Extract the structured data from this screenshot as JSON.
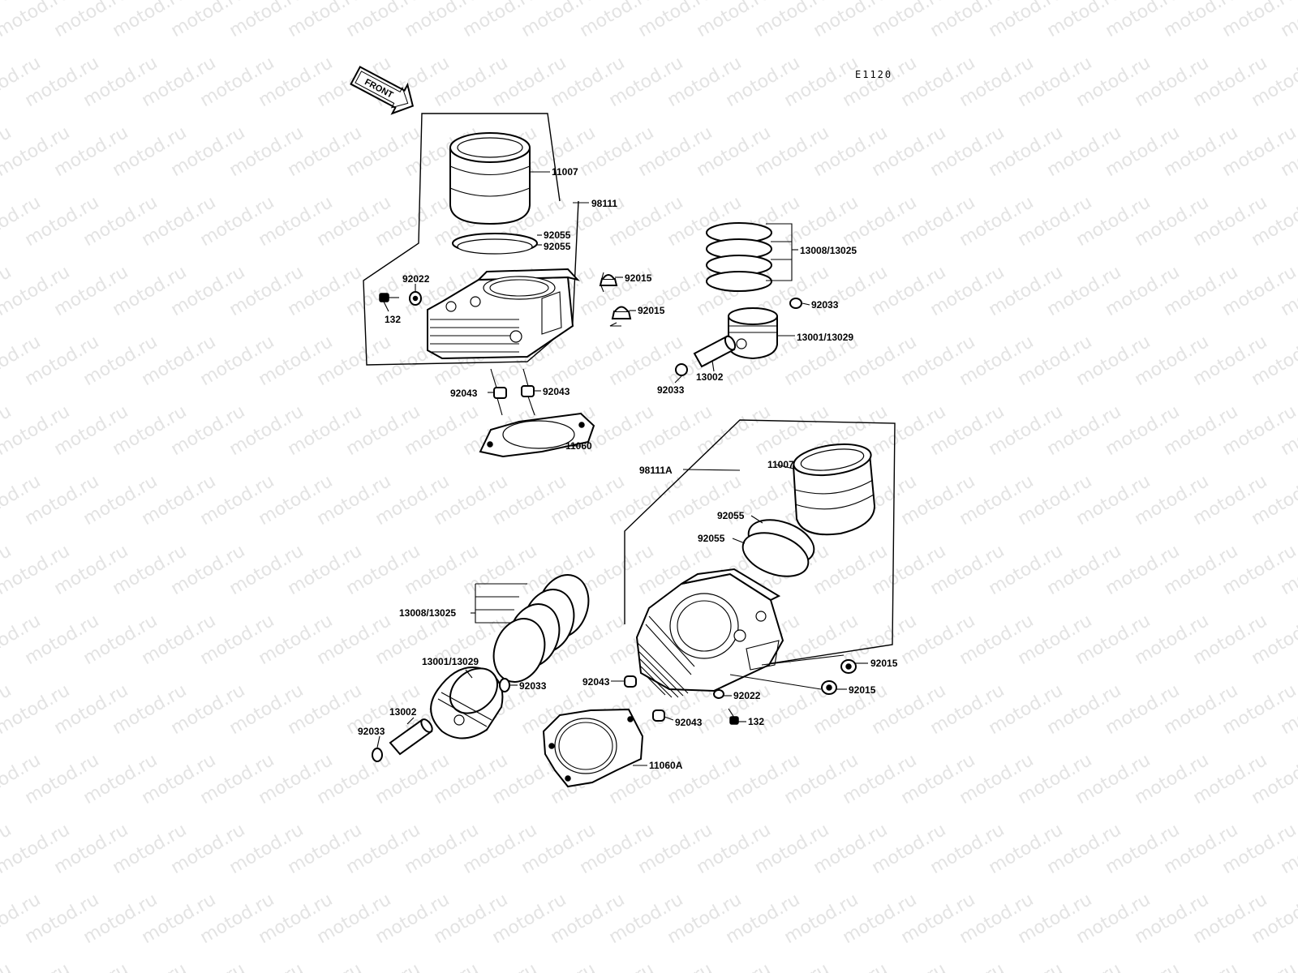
{
  "watermark": "motod.ru",
  "diagram_code": "E1120",
  "front_label": "FRONT",
  "callouts": {
    "top_11007": "11007",
    "top_98111": "98111",
    "top_92055_a": "92055",
    "top_92055_b": "92055",
    "top_92022": "92022",
    "top_132": "132",
    "top_92015_a": "92015",
    "top_92015_b": "92015",
    "top_92043_left": "92043",
    "top_92043_right": "92043",
    "top_11060": "11060",
    "top_13008_13025": "13008/13025",
    "top_92033_a": "92033",
    "top_13001_13029": "13001/13029",
    "top_13002": "13002",
    "top_92033_b": "92033",
    "bot_98111A": "98111A",
    "bot_11007": "11007",
    "bot_92055_a": "92055",
    "bot_92055_b": "92055",
    "bot_13008_13025": "13008/13025",
    "bot_13001_13029": "13001/13029",
    "bot_92033_a": "92033",
    "bot_92043_a": "92043",
    "bot_92015_a": "92015",
    "bot_92015_b": "92015",
    "bot_92022": "92022",
    "bot_132": "132",
    "bot_92043_b": "92043",
    "bot_13002": "13002",
    "bot_92033_b": "92033",
    "bot_11060A": "11060A"
  }
}
